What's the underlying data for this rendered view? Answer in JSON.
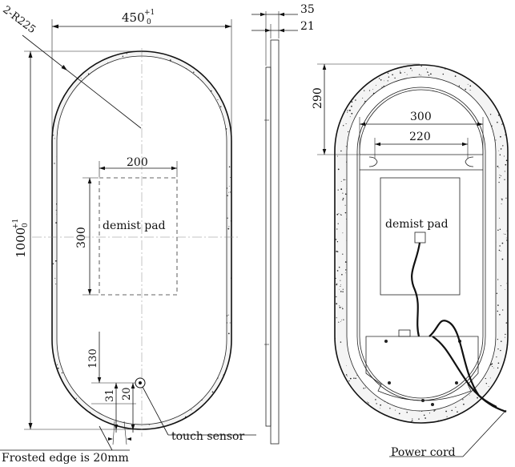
{
  "front_view": {
    "radius_label": "2-R225",
    "width_label": "450",
    "width_tol_upper": "+1",
    "width_tol_lower": "0",
    "height_label": "1000",
    "height_tol_upper": "+1",
    "height_tol_lower": "0",
    "pad_width_label": "200",
    "pad_height_label": "300",
    "pad_text": "demist pad",
    "sensor_offset_130": "130",
    "sensor_offset_31": "31",
    "sensor_offset_20": "20",
    "sensor_callout": "touch sensor",
    "frost_callout": "Frosted edge is 20mm"
  },
  "side_view": {
    "depth_35": "35",
    "depth_21": "21"
  },
  "back_view": {
    "top_offset": "290",
    "bracket_outer": "300",
    "bracket_inner": "220",
    "pad_text": "demist pad",
    "cord_callout": "Power cord"
  }
}
